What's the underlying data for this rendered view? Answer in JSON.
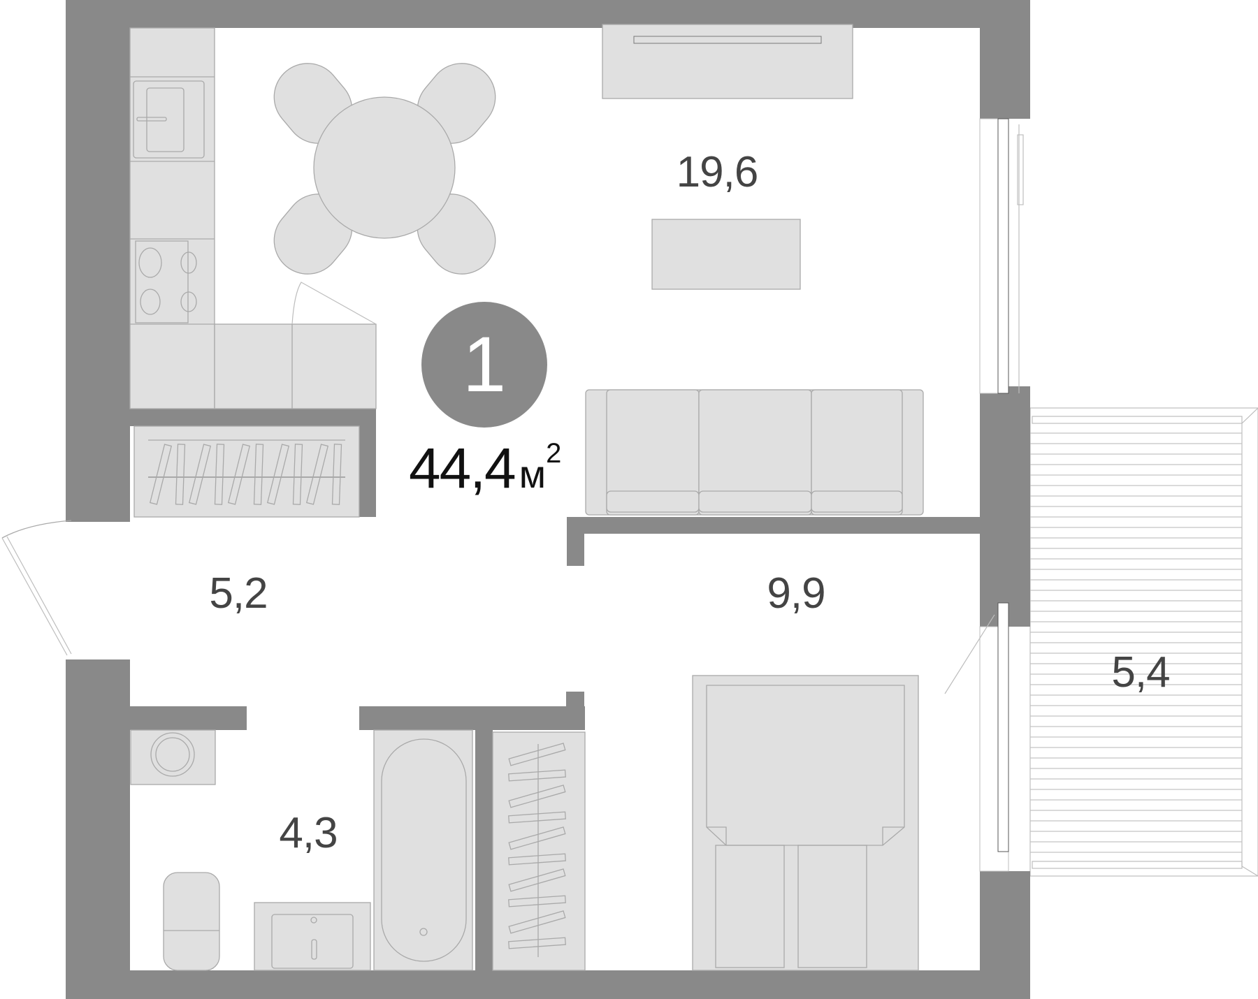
{
  "plan": {
    "type": "apartment floor plan",
    "rooms_count": "1",
    "total_area": {
      "value": "44,4",
      "unit": "м",
      "superscript": "2"
    },
    "colors": {
      "wall": "#898989",
      "furniture": "#e0e0e0",
      "furniture_stroke": "#a9a9a9",
      "label": "#444444",
      "total_area": "#111111",
      "background": "#ffffff"
    }
  },
  "rooms": [
    {
      "id": "living-kitchen",
      "area": "19,6"
    },
    {
      "id": "hallway",
      "area": "5,2"
    },
    {
      "id": "bedroom",
      "area": "9,9"
    },
    {
      "id": "balcony",
      "area": "5,4"
    },
    {
      "id": "bathroom",
      "area": "4,3"
    }
  ]
}
